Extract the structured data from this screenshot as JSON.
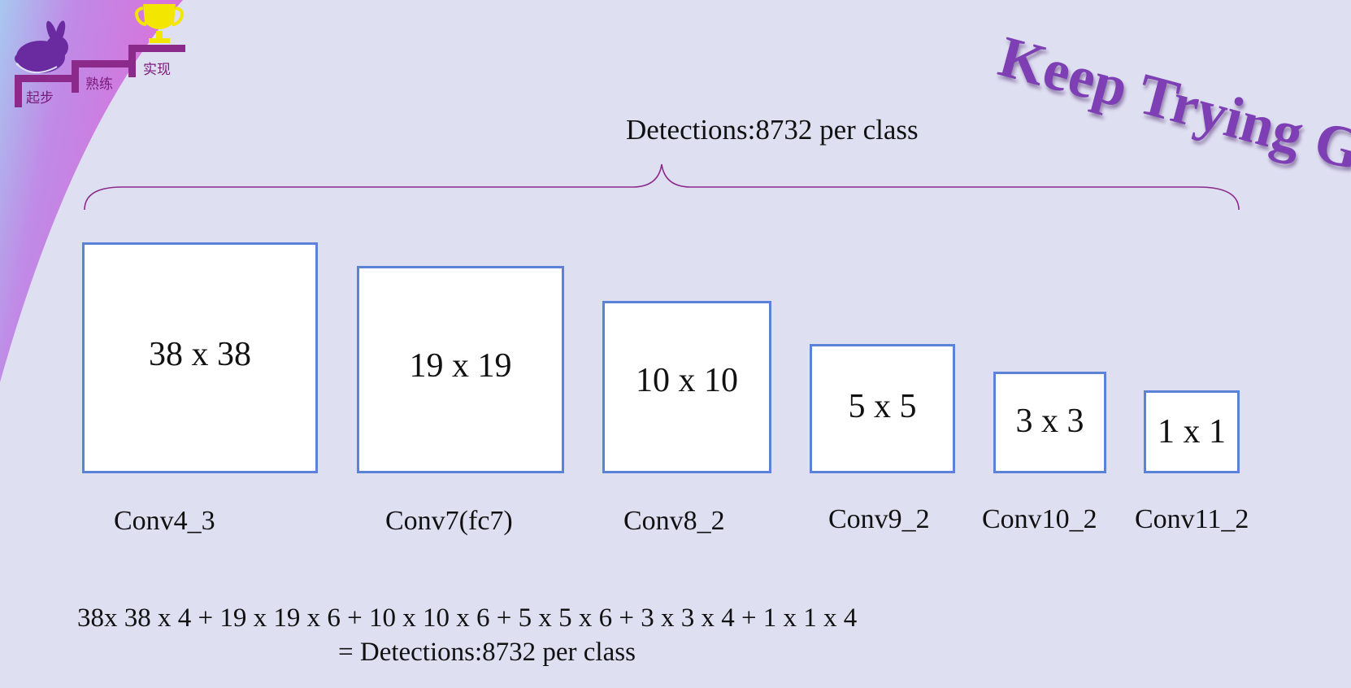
{
  "logo": {
    "steps": [
      "起步",
      "熟练",
      "实现"
    ],
    "trophy_icon": "trophy-icon",
    "rabbit_icon": "rabbit-icon"
  },
  "slogan": "Keep Trying Go",
  "diagram": {
    "total_label": "Detections:8732 per class",
    "feature_maps": [
      {
        "size": "38 x 38",
        "layer": "Conv4_3"
      },
      {
        "size": "19 x 19",
        "layer": "Conv7(fc7)"
      },
      {
        "size": "10 x 10",
        "layer": "Conv8_2"
      },
      {
        "size": "5 x 5",
        "layer": "Conv9_2"
      },
      {
        "size": "3 x 3",
        "layer": "Conv10_2"
      },
      {
        "size": "1 x 1",
        "layer": "Conv11_2"
      }
    ],
    "formula_line1": "38x 38 x 4 + 19 x 19 x 6 + 10 x 10 x 6 + 5 x 5 x 6 + 3 x 3 x 4 + 1 x 1 x 4",
    "formula_line2": "= Detections:8732 per class"
  },
  "colors": {
    "background": "#dfdff2",
    "box_border": "#5b82d6",
    "brace": "#8a2a8a",
    "slogan": "#7d3fb3",
    "logo_purple": "#7a1a7a",
    "trophy": "#f3e600"
  }
}
